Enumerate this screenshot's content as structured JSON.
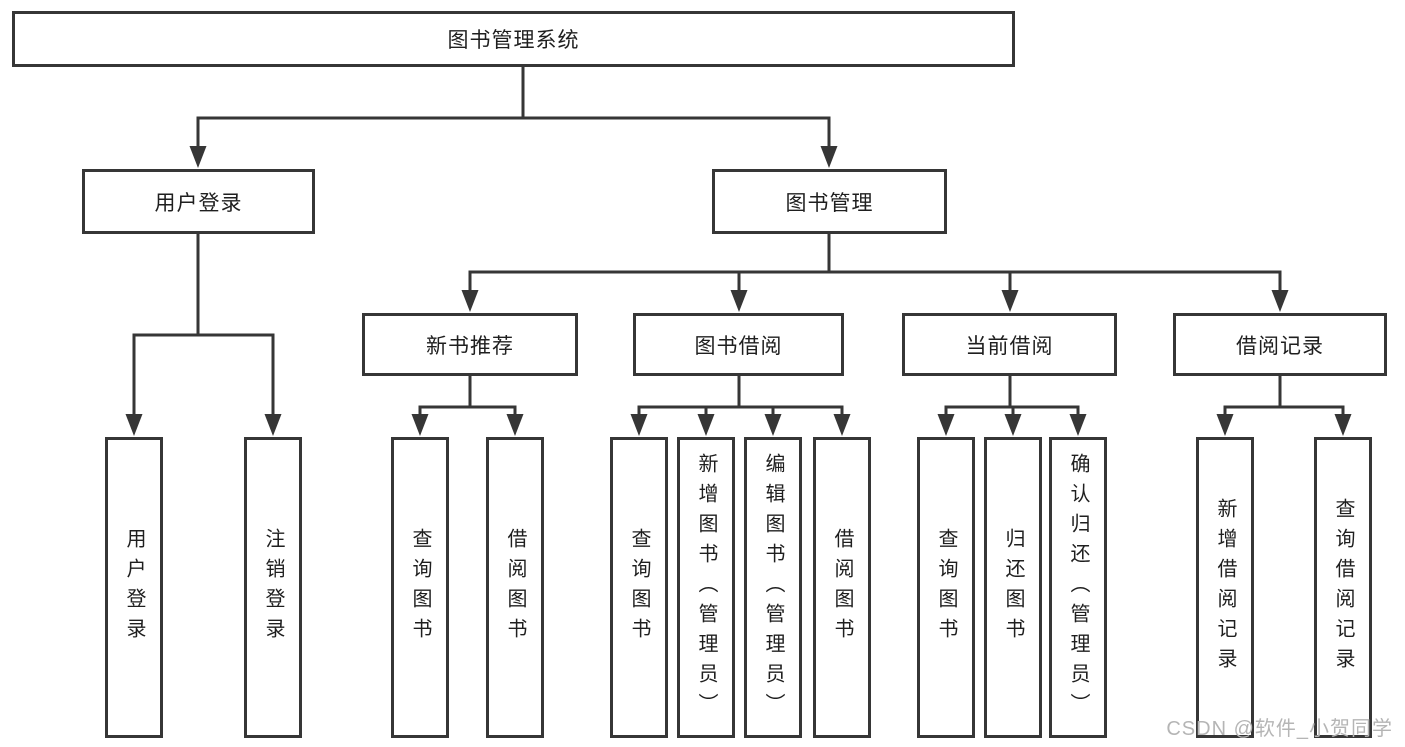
{
  "colors": {
    "line": "#363636",
    "box_border": "#363636",
    "text": "#1f1f1f",
    "watermark": "#b5b5b5",
    "background": "#ffffff"
  },
  "watermark": "CSDN @软件_小贺同学",
  "tree": {
    "label": "图书管理系统",
    "children": [
      {
        "label": "用户登录",
        "children": [
          {
            "label": "用户登录"
          },
          {
            "label": "注销登录"
          }
        ]
      },
      {
        "label": "图书管理",
        "children": [
          {
            "label": "新书推荐",
            "children": [
              {
                "label": "查询图书"
              },
              {
                "label": "借阅图书"
              }
            ]
          },
          {
            "label": "图书借阅",
            "children": [
              {
                "label": "查询图书"
              },
              {
                "label": "新增图书（管理员）"
              },
              {
                "label": "编辑图书（管理员）"
              },
              {
                "label": "借阅图书"
              }
            ]
          },
          {
            "label": "当前借阅",
            "children": [
              {
                "label": "查询图书"
              },
              {
                "label": "归还图书"
              },
              {
                "label": "确认归还（管理员）"
              }
            ]
          },
          {
            "label": "借阅记录",
            "children": [
              {
                "label": "新增借阅记录"
              },
              {
                "label": "查询借阅记录"
              }
            ]
          }
        ]
      }
    ]
  }
}
